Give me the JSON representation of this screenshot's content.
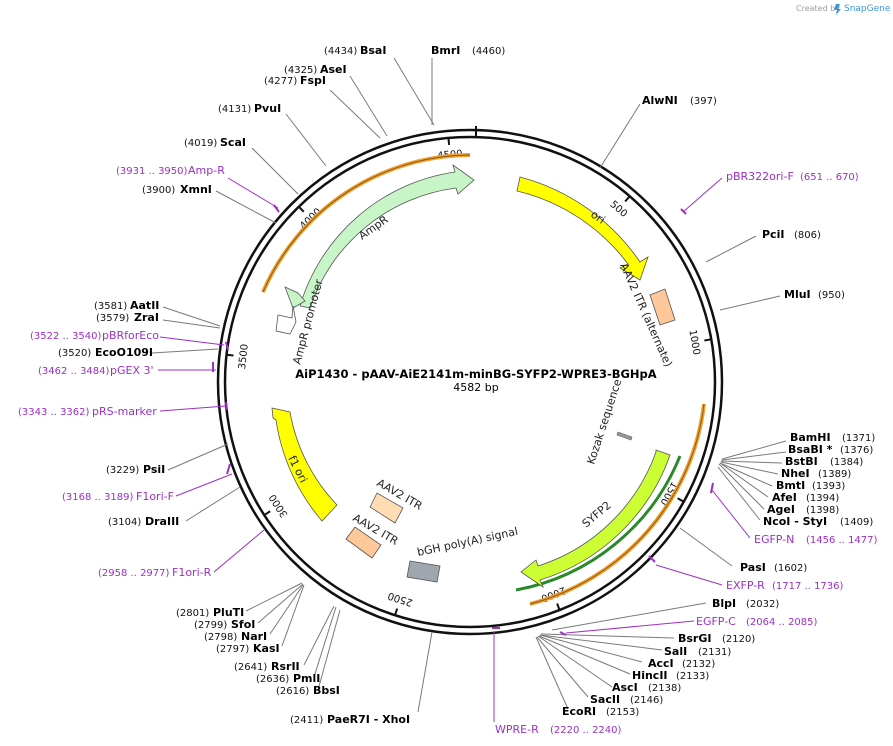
{
  "credit": {
    "text": "Created by",
    "brand": "SnapGene"
  },
  "plasmid": {
    "name": "AiP1430 - pAAV-AiE2141m-minBG-SYFP2-WPRE3-BGHpA",
    "size": "4582 bp",
    "length": 4582
  },
  "ticks": [
    {
      "label": "500",
      "bp": 500
    },
    {
      "label": "1000",
      "bp": 1000
    },
    {
      "label": "1500",
      "bp": 1500
    },
    {
      "label": "2000",
      "bp": 2000
    },
    {
      "label": "2500",
      "bp": 2500
    },
    {
      "label": "3000",
      "bp": 3000
    },
    {
      "label": "3500",
      "bp": 3500
    },
    {
      "label": "4000",
      "bp": 4000
    },
    {
      "label": "4500",
      "bp": 4500
    }
  ],
  "enzymes": [
    {
      "name": "BsaI",
      "pos": "(4434)"
    },
    {
      "name": "BmrI",
      "pos": "(4460)"
    },
    {
      "name": "AseI",
      "pos": "(4325)"
    },
    {
      "name": "FspI",
      "pos": "(4277)"
    },
    {
      "name": "PvuI",
      "pos": "(4131)"
    },
    {
      "name": "ScaI",
      "pos": "(4019)"
    },
    {
      "name": "XmnI",
      "pos": "(3900)"
    },
    {
      "name": "AlwNI",
      "pos": "(397)"
    },
    {
      "name": "PciI",
      "pos": "(806)"
    },
    {
      "name": "MluI",
      "pos": "(950)"
    },
    {
      "name": "AatII",
      "pos": "(3581)"
    },
    {
      "name": "ZraI",
      "pos": "(3579)"
    },
    {
      "name": "EcoO109I",
      "pos": "(3520)"
    },
    {
      "name": "PsiI",
      "pos": "(3229)"
    },
    {
      "name": "DraIII",
      "pos": "(3104)"
    },
    {
      "name": "BamHI",
      "pos": "(1371)"
    },
    {
      "name": "BsaBI *",
      "pos": "(1376)"
    },
    {
      "name": "BstBI",
      "pos": "(1384)"
    },
    {
      "name": "NheI",
      "pos": "(1389)"
    },
    {
      "name": "BmtI",
      "pos": "(1393)"
    },
    {
      "name": "AfeI",
      "pos": "(1394)"
    },
    {
      "name": "AgeI",
      "pos": "(1398)"
    },
    {
      "name": "NcoI - StyI",
      "pos": "(1409)"
    },
    {
      "name": "PasI",
      "pos": "(1602)"
    },
    {
      "name": "BlpI",
      "pos": "(2032)"
    },
    {
      "name": "BsrGI",
      "pos": "(2120)"
    },
    {
      "name": "SalI",
      "pos": "(2131)"
    },
    {
      "name": "AccI",
      "pos": "(2132)"
    },
    {
      "name": "HincII",
      "pos": "(2133)"
    },
    {
      "name": "AscI",
      "pos": "(2138)"
    },
    {
      "name": "SacII",
      "pos": "(2146)"
    },
    {
      "name": "EcoRI",
      "pos": "(2153)"
    },
    {
      "name": "PluTI",
      "pos": "(2801)"
    },
    {
      "name": "SfoI",
      "pos": "(2799)"
    },
    {
      "name": "NarI",
      "pos": "(2798)"
    },
    {
      "name": "KasI",
      "pos": "(2797)"
    },
    {
      "name": "RsrII",
      "pos": "(2641)"
    },
    {
      "name": "PmlI",
      "pos": "(2636)"
    },
    {
      "name": "BbsI",
      "pos": "(2616)"
    },
    {
      "name": "PaeR7I - XhoI",
      "pos": "(2411)"
    }
  ],
  "primers": [
    {
      "name": "Amp-R",
      "range": "(3931 .. 3950)"
    },
    {
      "name": "pBR322ori-F",
      "range": "(651 .. 670)"
    },
    {
      "name": "pBRforEco",
      "range": "(3522 .. 3540)"
    },
    {
      "name": "pGEX 3'",
      "range": "(3462 .. 3484)"
    },
    {
      "name": "pRS-marker",
      "range": "(3343 .. 3362)"
    },
    {
      "name": "F1ori-F",
      "range": "(3168 .. 3189)"
    },
    {
      "name": "F1ori-R",
      "range": "(2958 .. 2977)"
    },
    {
      "name": "EGFP-N",
      "range": "(1456 .. 1477)"
    },
    {
      "name": "EXFP-R",
      "range": "(1717 .. 1736)"
    },
    {
      "name": "EGFP-C",
      "range": "(2064 .. 2085)"
    },
    {
      "name": "WPRE-R",
      "range": "(2220 .. 2240)"
    }
  ],
  "features": [
    {
      "name": "ori",
      "color": "#ffff00"
    },
    {
      "name": "AAV2 ITR (alternate)",
      "color": "#ffc89a"
    },
    {
      "name": "AmpR",
      "color": "#c8f5c8"
    },
    {
      "name": "AmpR promoter",
      "color": "#ffffff"
    },
    {
      "name": "f1 ori",
      "color": "#ffff00"
    },
    {
      "name": "AAV2 ITR",
      "color": "#ffdcb4"
    },
    {
      "name": "AAV2 ITR",
      "color": "#ffc89a"
    },
    {
      "name": "bGH poly(A) signal",
      "color": "#a0a6b0"
    },
    {
      "name": "Kozak sequence",
      "color": "#9a9a9a"
    },
    {
      "name": "SYFP2",
      "color": "#ccff33"
    }
  ],
  "colors": {
    "backbone": "#111111",
    "primer": "#9b30c4",
    "orf": "#f0a030",
    "orf_inner": "#227722"
  }
}
